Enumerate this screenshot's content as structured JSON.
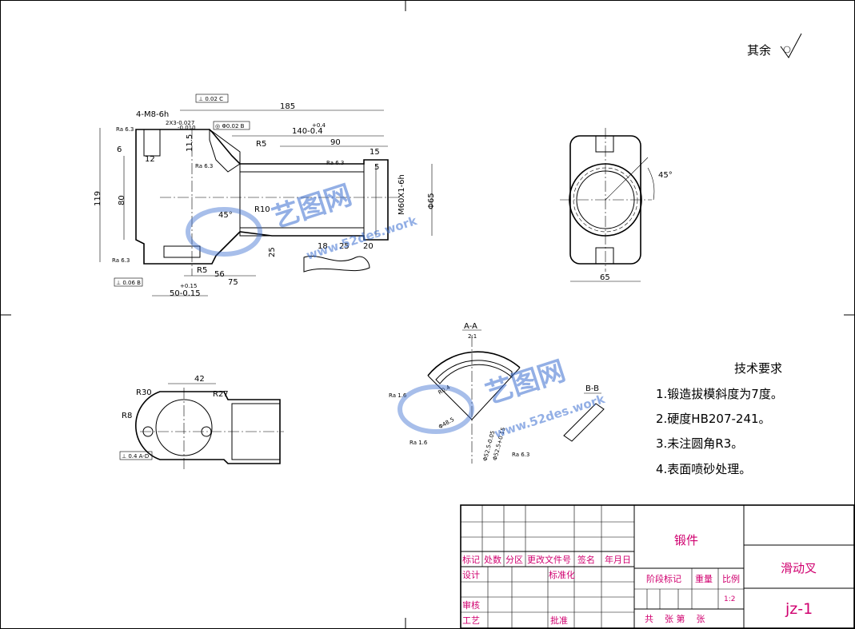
{
  "roughness_note": {
    "label": "其余"
  },
  "front_view": {
    "dims": [
      "185",
      "140-0.4",
      "+0.4",
      "90",
      "15",
      "4-M8-6h",
      "2X3-0.027",
      "-0.010",
      "11.5",
      "R5",
      "R10",
      "45°",
      "R5",
      "56",
      "75",
      "50-0.15",
      "+0.15",
      "18",
      "25",
      "20",
      "25",
      "80",
      "119",
      "Φ65",
      "M60X1-6h",
      "5",
      "12",
      "6"
    ],
    "roughness": [
      "Ra 6.3",
      "Ra 6.3",
      "Ra 6.3",
      "Ra 6.3"
    ],
    "tolerance_frames": [
      "⊥ 0.02 C",
      "◎ Φ0.02 B",
      "⊥ 0.06 B"
    ]
  },
  "side_view": {
    "dims": [
      "45°",
      "65"
    ]
  },
  "section_aa": {
    "title": "A-A",
    "scale": "2:1",
    "dims": [
      "Ra 1.6",
      "Ra 1.6",
      "Ra 6.3",
      "R0.4",
      "Φ48.5",
      "Φ52.5-0.05",
      "Φ52.5+0.15"
    ]
  },
  "section_bb": {
    "title": "B-B"
  },
  "bottom_view": {
    "dims": [
      "42",
      "R30",
      "R27",
      "R8"
    ],
    "tolerance_frame": "⊥ 0.4 A-D"
  },
  "tech_requirements": {
    "title": "技术要求",
    "items": [
      "1.锻造拔模斜度为7度。",
      "2.硬度HB207-241。",
      "3.未注圆角R3。",
      "4.表面喷砂处理。"
    ]
  },
  "title_block": {
    "material": "锻件",
    "part_name": "滑动叉",
    "drawing_no": "jz-1",
    "scale_value": "1:2",
    "header_labels": [
      "标记",
      "处数",
      "分区",
      "更改文件号",
      "签名",
      "年月日"
    ],
    "row_labels": [
      "设计",
      "标准化",
      "审核",
      "工艺",
      "批准"
    ],
    "stage_labels": [
      "阶段标记",
      "重量",
      "比例"
    ],
    "sheet_label": "共    张 第    张"
  },
  "watermarks": [
    {
      "brand": "艺图网",
      "url": "www.52des.work"
    },
    {
      "brand": "艺图网",
      "url": "www.52des.work"
    }
  ],
  "colors": {
    "title_block_text": "#d0006f",
    "watermark": "#3b6fd0"
  }
}
